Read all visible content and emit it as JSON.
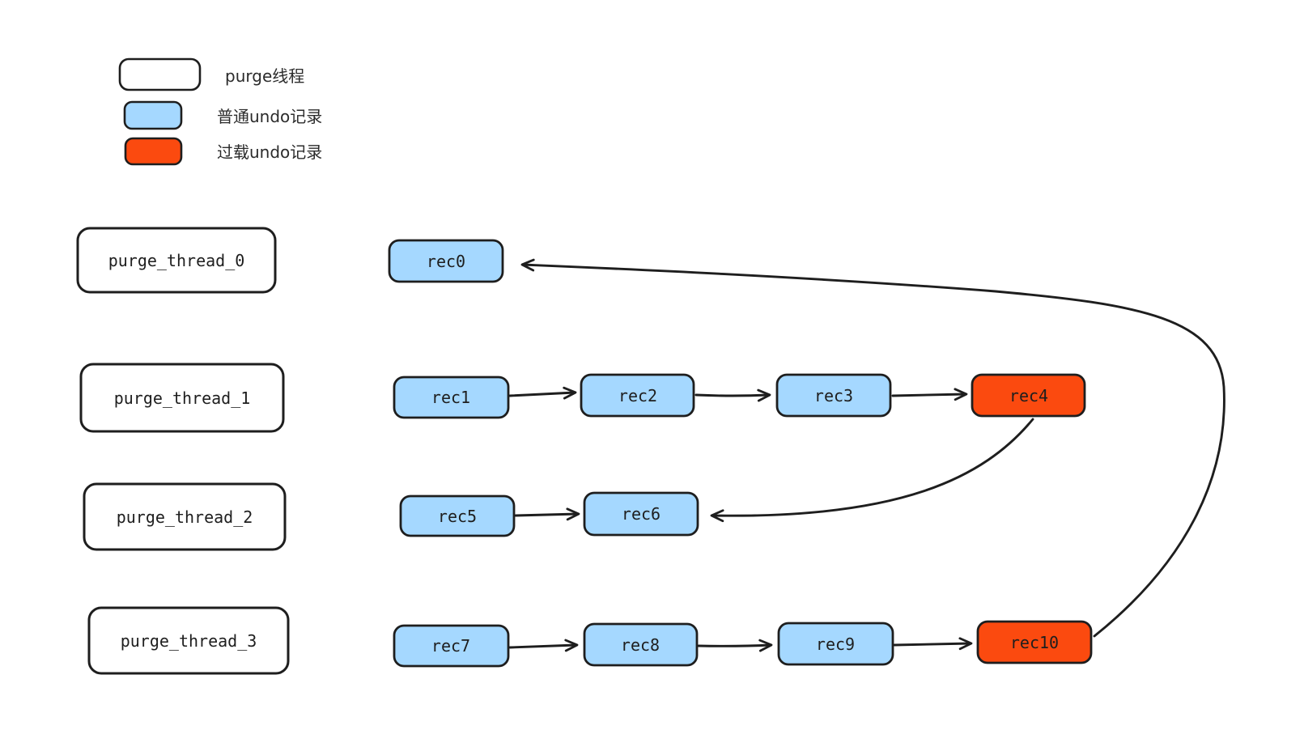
{
  "diagram": {
    "title": "",
    "legend": {
      "items": [
        {
          "id": "purge-thread",
          "label": "purge线程",
          "swatch": "thread-box",
          "swatch_fill": "#ffffff"
        },
        {
          "id": "normal-undo",
          "label": "普通undo记录",
          "swatch": "normal-record",
          "swatch_fill": "#a5d8ff"
        },
        {
          "id": "overload-undo",
          "label": "过载undo记录",
          "swatch": "overload-record",
          "swatch_fill": "#fb4a0f"
        }
      ]
    },
    "threads": [
      {
        "id": "purge_thread_0",
        "label": "purge_thread_0"
      },
      {
        "id": "purge_thread_1",
        "label": "purge_thread_1"
      },
      {
        "id": "purge_thread_2",
        "label": "purge_thread_2"
      },
      {
        "id": "purge_thread_3",
        "label": "purge_thread_3"
      }
    ],
    "records": [
      {
        "id": "rec0",
        "label": "rec0",
        "type": "normal",
        "row": 0
      },
      {
        "id": "rec1",
        "label": "rec1",
        "type": "normal",
        "row": 1
      },
      {
        "id": "rec2",
        "label": "rec2",
        "type": "normal",
        "row": 1
      },
      {
        "id": "rec3",
        "label": "rec3",
        "type": "normal",
        "row": 1
      },
      {
        "id": "rec4",
        "label": "rec4",
        "type": "overload",
        "row": 1
      },
      {
        "id": "rec5",
        "label": "rec5",
        "type": "normal",
        "row": 2
      },
      {
        "id": "rec6",
        "label": "rec6",
        "type": "normal",
        "row": 2
      },
      {
        "id": "rec7",
        "label": "rec7",
        "type": "normal",
        "row": 3
      },
      {
        "id": "rec8",
        "label": "rec8",
        "type": "normal",
        "row": 3
      },
      {
        "id": "rec9",
        "label": "rec9",
        "type": "normal",
        "row": 3
      },
      {
        "id": "rec10",
        "label": "rec10",
        "type": "overload",
        "row": 3
      }
    ],
    "edges": [
      {
        "from": "rec1",
        "to": "rec2"
      },
      {
        "from": "rec2",
        "to": "rec3"
      },
      {
        "from": "rec3",
        "to": "rec4"
      },
      {
        "from": "rec4",
        "to": "rec6"
      },
      {
        "from": "rec5",
        "to": "rec6"
      },
      {
        "from": "rec7",
        "to": "rec8"
      },
      {
        "from": "rec8",
        "to": "rec9"
      },
      {
        "from": "rec9",
        "to": "rec10"
      },
      {
        "from": "rec10",
        "to": "rec0"
      }
    ],
    "colors": {
      "stroke": "#1e1e1e",
      "text": "#1e1e1e",
      "normal_undo_fill": "#a5d8ff",
      "overload_undo_fill": "#fb4a0f",
      "thread_fill": "#ffffff",
      "background": "#ffffff"
    }
  }
}
